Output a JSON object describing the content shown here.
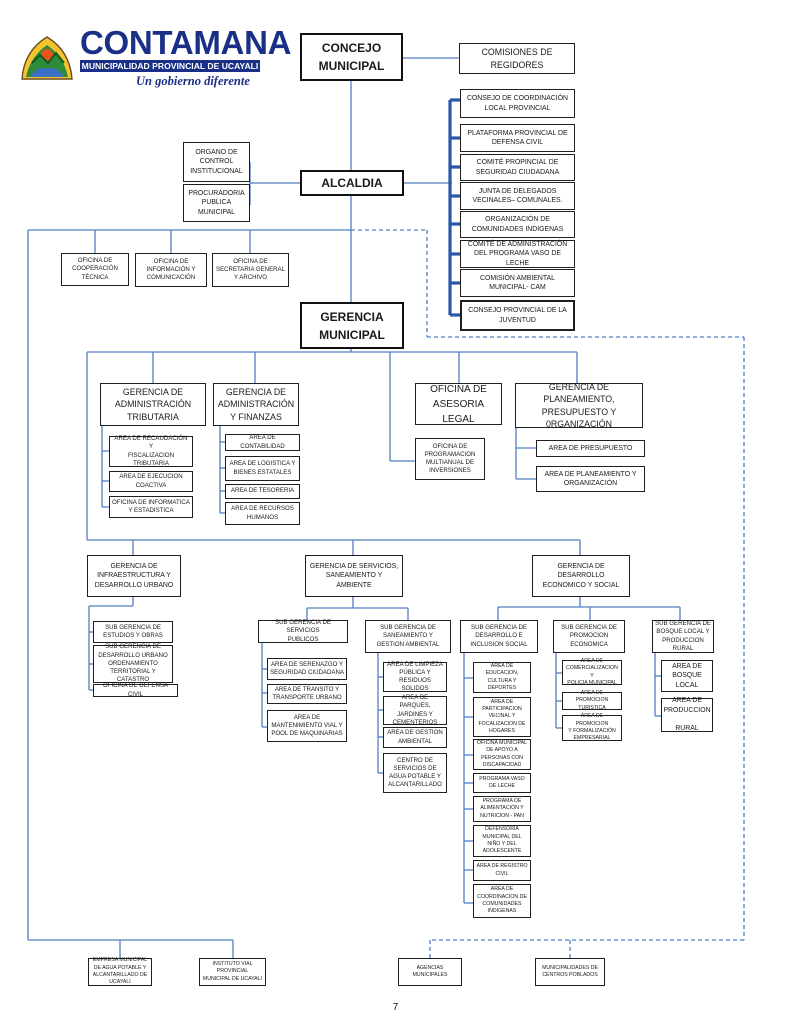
{
  "header": {
    "logo_title": "CONTAMANA",
    "logo_subtitle": "MUNICIPALIDAD PROVINCIAL DE UCAYALI",
    "slogan": "Un gobierno diferente",
    "emblem_icon": "contamana-emblem-icon"
  },
  "nodes": {
    "concejo": [
      "CONCEJO",
      "MUNICIPAL"
    ],
    "comisiones": [
      "COMISIONES DE",
      "REGIDORES"
    ],
    "consejo_coordinacion": [
      "CONSEJO DE COORDINACIÓN",
      "LOCAL PROVINCIAL"
    ],
    "plataforma": [
      "PLATAFORMA PROVINCIAL DE",
      "DEFENSA CIVIL"
    ],
    "comite_seguridad": [
      "COMITÉ PROPINCIAL DE",
      "SEGURIDAD CIUDADANA"
    ],
    "junta_delegados": [
      "JUNTA DE DELEGADOS",
      "VECINALES– COMUNALES."
    ],
    "org_indigenas": [
      "ORGANIZACIÓN DE",
      "COMUNIDADES INDIGENAS"
    ],
    "comite_vaso": [
      "COMITÉ DE ADMINISTRACIÓN",
      "DEL PROGRAMA VASO DE LECHE"
    ],
    "comision_ambiental": [
      "COMISIÓN AMBIENTAL",
      "MUNICIPAL- CAM"
    ],
    "consejo_juventud": [
      "CONSEJO PROVINCIAL DE LA",
      "JUVENTUD"
    ],
    "organo_control": [
      "ORGANO DE",
      "CONTROL",
      "INSTITUCIONAL"
    ],
    "procuraduria": [
      "PROCURADORIA",
      "PUBLICA",
      "MUNICIPAL"
    ],
    "alcaldia": [
      "ALCALDIA"
    ],
    "of_cooperacion": [
      "OFICINA DE",
      "COOPERACIÓN",
      "TÉCNICA"
    ],
    "of_informacion": [
      "OFICINA DE",
      "INFORMACIÓN Y",
      "COMUNICACIÓN"
    ],
    "of_secretaria": [
      "OFICINA DE",
      "SECRETARIA GENERAL",
      "Y ARCHIVO"
    ],
    "gerencia_municipal": [
      "GERENCIA",
      "MUNICIPAL"
    ],
    "g_adm_tributaria": [
      "GERENCIA DE",
      "ADMINISTRACIÓN",
      "TRIBUTARIA"
    ],
    "g_adm_finanzas": [
      "GERENCIA DE",
      "ADMINISTRACIÓN",
      "Y FINANZAS"
    ],
    "of_asesoria": [
      "OFICINA DE",
      "ASESORIA LEGAL"
    ],
    "g_planeamiento": [
      "GERENCIA DE PLANEAMIENTO,",
      "PRESUPUESTO Y",
      "0RGANIZACIÓN"
    ],
    "a_recaudacion": [
      "AREA DE RECAUDACIÓN Y",
      "FISCALIZACION",
      "TRIBUTARIA"
    ],
    "a_ejecucion": [
      "AREA DE EJECUCION",
      "COACTIVA"
    ],
    "of_informatica": [
      "OFICINA DE INFORMATICA",
      "Y ESTADISTICA"
    ],
    "a_contabilidad": [
      "AREA DE CONTABILIDAD"
    ],
    "a_logistica": [
      "AREA DE LOGISTICA Y",
      "BIENES ESTATALES"
    ],
    "a_tesoreria": [
      "AREA DE TESORERIA"
    ],
    "a_rrhh": [
      "AREA DE RECURSOS",
      "HUMANOS"
    ],
    "of_programacion": [
      "OFICINA DE",
      "PROGRAMACION",
      "MULTIANUAL DE",
      "INVERSIONES"
    ],
    "a_presupuesto": [
      "AREA DE PRESUPUESTO"
    ],
    "a_planeamiento": [
      "AREA DE PLANEAMIENTO Y",
      "ORGANIZACIÓN"
    ],
    "g_infraestructura": [
      "GERENCIA DE",
      "INFRAESTRUCTURA Y",
      "DESARROLLO URBANO"
    ],
    "g_servicios": [
      "GERENCIA DE SERVICIOS,",
      "SANEAMIENTO Y",
      "AMBIENTE"
    ],
    "g_desarrollo_eco": [
      "GERENCIA DE",
      "DESARROLLO",
      "ECONOMICO Y SOCIAL"
    ],
    "sg_estudios": [
      "SUB GERENCIA DE",
      "ESTUDIOS Y OBRAS"
    ],
    "sg_desarrollo_urbano": [
      "SUB GERENCIA DE",
      "DESARROLLO URBANO",
      "ORDENAMIENTO",
      "TERRITORIAL Y CATASTRO"
    ],
    "of_defensa_civil": [
      "OFICINA DE DEFENSA CIVIL"
    ],
    "sg_servicios_publicos": [
      "SUB GERENCIA DE SERVICIOS",
      "PUBLICOS"
    ],
    "a_serenazgo": [
      "AREA DE SERENAZGO Y",
      "SEGURIDAD CIUDADANA"
    ],
    "a_transito": [
      "AREA DE TRANSITO Y",
      "TRANSPORTE URBANO"
    ],
    "a_mantenimiento": [
      "AREA DE",
      "MANTENIMIENTO VIAL Y",
      "POOL DE MAQUINARIAS"
    ],
    "sg_saneamiento": [
      "SUB GERENCIA DE",
      "SANEAMIENTO Y",
      "GESTION AMBIENTAL"
    ],
    "a_limpieza": [
      "AREA DE LIMPIEZA",
      "PÚBLICA Y",
      "RESIDUOS SOLIDOS"
    ],
    "a_parques": [
      "AREA DE PARQUES,",
      "JARDINES Y",
      "CEMENTERIOS"
    ],
    "a_gestion_ambiental": [
      "AREA DE GESTION",
      "AMBIENTAL"
    ],
    "centro_agua": [
      "CENTRO DE",
      "SERVICIOS DE",
      "AGUA POTABLE Y",
      "ALCANTARILLADO"
    ],
    "sg_inclusion": [
      "SUB GERENCIA DE",
      "DESARROLLO E",
      "INCLUSION SOCIAL"
    ],
    "a_educacion": [
      "AREA DE",
      "EDUCACION,",
      "CULTURA Y",
      "DEPORTES"
    ],
    "a_participacion": [
      "AREA DE",
      "PARTICIPACION",
      "VECINAL Y",
      "FOCALIZACION DE",
      "HOGARES"
    ],
    "of_apoyo_discapacidad": [
      "OFICINA MUNICIPAL",
      "DE APOYO A",
      "PERSONAS CON",
      "DISCAPACIDAD"
    ],
    "prog_vaso": [
      "PROGRAMA VASO",
      "DE LECHE"
    ],
    "prog_alimentacion": [
      "PROGRAMA DE",
      "ALIMENTACIÓN Y",
      "NUTRICION - PAN"
    ],
    "defensoria": [
      "DEFENSORIA",
      "MUNICIPAL DEL",
      "NIÑO Y DEL",
      "ADOLESCENTE"
    ],
    "a_registro_civil": [
      "AREA DE REGISTRO",
      "CIVIL"
    ],
    "a_coord_indigenas": [
      "AREA DE",
      "COORDINACION DE",
      "COMUNIDADES",
      "INDIGENAS"
    ],
    "sg_promocion": [
      "SUB GERENCIA DE",
      "PROMOCION",
      "ECONOMICA"
    ],
    "a_comercializacion": [
      "AREA DE",
      "COMERCIALIZACION Y",
      "POLICIA MUNICIPAL"
    ],
    "a_promocion_turistica": [
      "AREA DE PROMOCION",
      "TURISTICA"
    ],
    "a_promocion_empresarial": [
      "AREA DE PROMOCION",
      "Y FORMALIZACIÓN",
      "EMPRESARIAL"
    ],
    "sg_bosque": [
      "SUB GERENCIA DE",
      "BOSQUE LOCAL Y",
      "PRODUCCION RURAL"
    ],
    "a_bosque": [
      "AREA DE",
      "BOSQUE",
      "LOCAL"
    ],
    "a_produccion": [
      "AREA DE",
      "PRODUCCION",
      "",
      "RURAL"
    ],
    "emp_agua": [
      "EMPRESA MUNICIPAL",
      "DE AGUA POTABLE Y",
      "ALCANTARILLADO DE",
      "UCAYALI"
    ],
    "inst_vial": [
      "INSTITUTO VIAL",
      "PROVINCIAL",
      "MUNICIPAL DE UCAYALI"
    ],
    "agencias": [
      "AGENCIAS",
      "MUNICIPALES"
    ],
    "municipalidades": [
      "MUNICIPALIDADES DE",
      "CENTROS POBLADOS"
    ]
  },
  "footer": {
    "page_number": "7"
  }
}
